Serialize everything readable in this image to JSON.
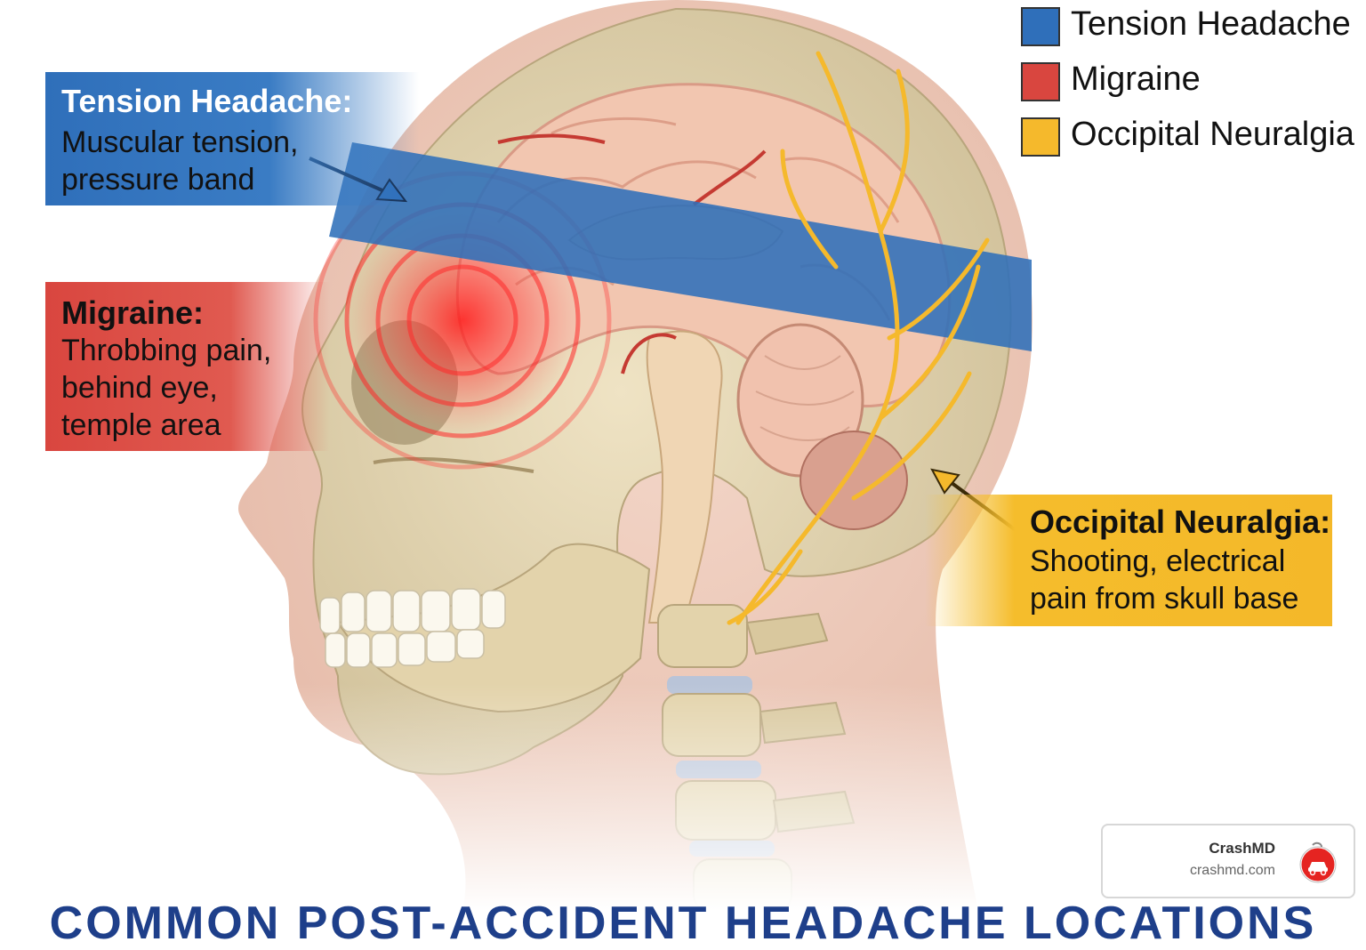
{
  "legend": {
    "items": [
      {
        "label": "Tension Headache",
        "color": "#2f6fba"
      },
      {
        "label": "Migraine",
        "color": "#d9463f"
      },
      {
        "label": "Occipital Neuralgia",
        "color": "#f5b92c"
      }
    ]
  },
  "callouts": {
    "tension": {
      "title": "Tension Headache:",
      "body": "Muscular tension,\npressure band",
      "color": "#2f6fba"
    },
    "migraine": {
      "title": "Migraine:",
      "body": "Throbbing pain,\nbehind eye,\ntemple area",
      "color": "#d9463f"
    },
    "occipital": {
      "title": "Occipital Neuralgia:",
      "body": "Shooting, electrical\npain from skull base",
      "color": "#f5b92c"
    }
  },
  "brand": {
    "name": "CrashMD",
    "url": "crashmd.com"
  },
  "bottom_title": "COMMON POST-ACCIDENT HEADACHE LOCATIONS"
}
